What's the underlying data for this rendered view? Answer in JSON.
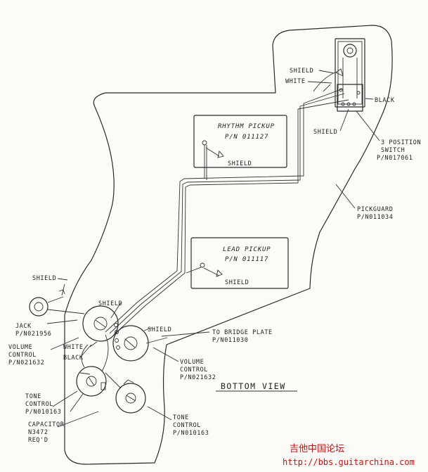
{
  "labels": {
    "shield_switch": "SHIELD",
    "white_switch": "WHITE",
    "black_switch": "BLACK",
    "shield_mid": "SHIELD",
    "switch_line1": "3 POSITION",
    "switch_line2": "SWITCH",
    "switch_line3": "P/N017061",
    "rhythm_title": "RHYTHM PICKUP",
    "rhythm_pn": "P/N 011127",
    "rhythm_shield": "SHIELD",
    "pickguard_line1": "PICKGUARD",
    "pickguard_line2": "P/N011034",
    "lead_title": "LEAD PICKUP",
    "lead_pn": "P/N 011117",
    "lead_shield": "SHIELD",
    "shield_jack": "SHIELD",
    "shield_pot": "SHIELD",
    "shield_pot2": "SHIELD",
    "white_pot": "WHITE",
    "black_pot": "BLACK",
    "jack_line1": "JACK",
    "jack_line2": "P/N021956",
    "volume_left_line1": "VOLUME",
    "volume_left_line2": "CONTROL",
    "volume_left_line3": "P/N021632",
    "bridge_line1": "TO BRIDGE PLATE",
    "bridge_line2": "P/N011030",
    "volume_right_line1": "VOLUME",
    "volume_right_line2": "CONTROL",
    "volume_right_line3": "P/N021632",
    "bottom_view": "BOTTOM VIEW",
    "tone_left_line1": "TONE",
    "tone_left_line2": "CONTROL",
    "tone_left_line3": "P/N010163",
    "capacitor_line1": "CAPACITOR",
    "capacitor_line2": "N3472",
    "capacitor_line3": "REQ'D",
    "tone_right_line1": "TONE",
    "tone_right_line2": "CONTROL",
    "tone_right_line3": "P/N010163"
  },
  "watermark": {
    "chinese": "吉他中国论坛",
    "url": "http://bbs.guitarchina.com"
  }
}
